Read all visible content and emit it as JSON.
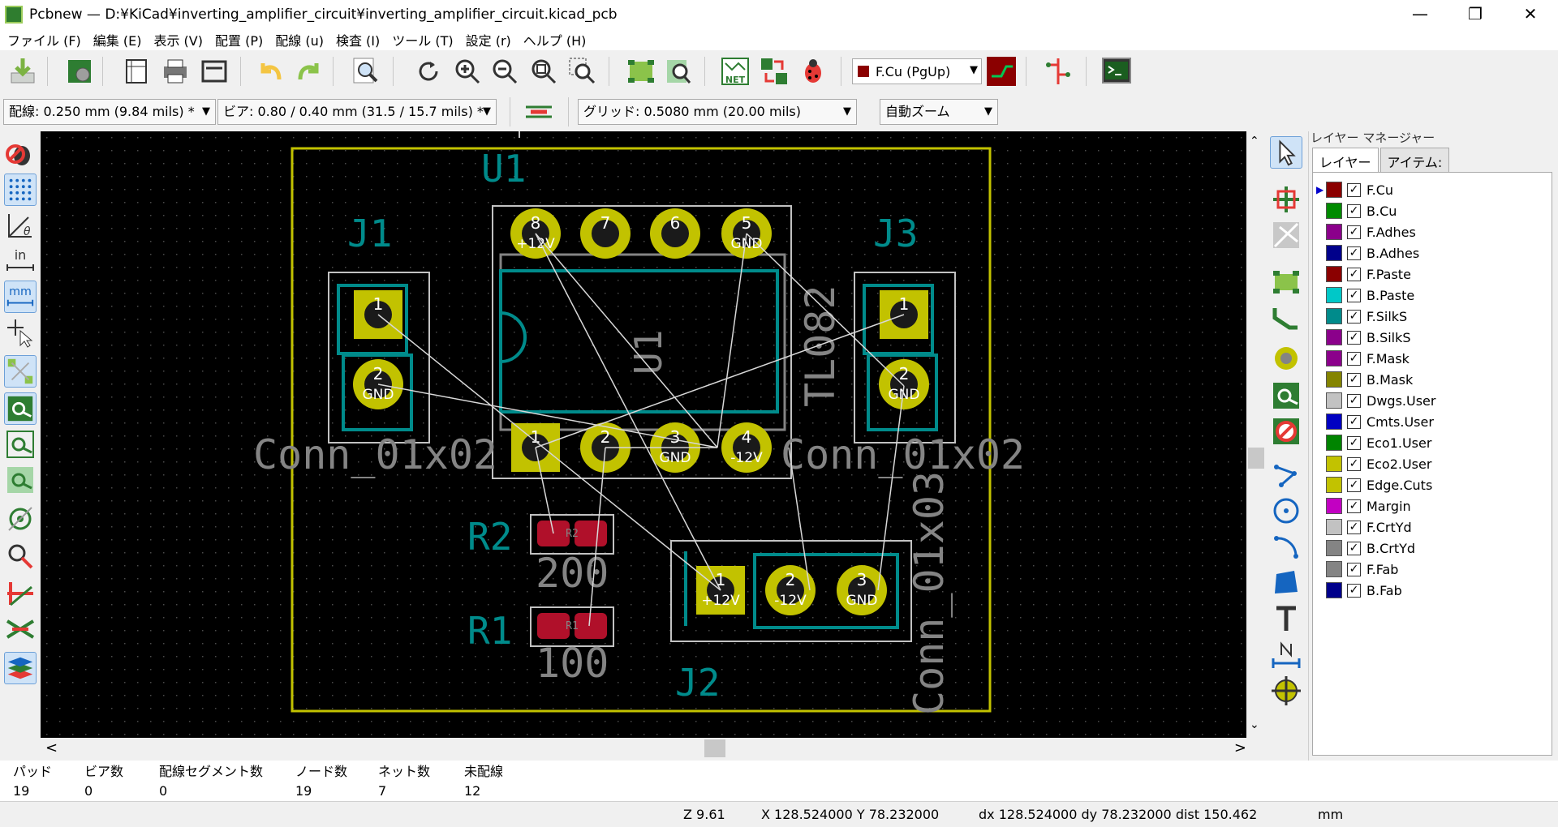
{
  "title": "Pcbnew — D:¥KiCad¥inverting_amplifier_circuit¥inverting_amplifier_circuit.kicad_pcb",
  "window_controls": {
    "minimize": "—",
    "maximize": "❐",
    "close": "✕"
  },
  "menu": [
    "ファイル (F)",
    "編集 (E)",
    "表示 (V)",
    "配置 (P)",
    "配線 (u)",
    "検査 (I)",
    "ツール (T)",
    "設定 (r)",
    "ヘルプ (H)"
  ],
  "toolbar": {
    "layer_select": "F.Cu (PgUp)",
    "track_width": "配線: 0.250 mm (9.84 mils) *",
    "via_size": "ビア: 0.80 / 0.40 mm (31.5 / 15.7 mils) *",
    "grid": "グリッド: 0.5080 mm (20.00 mils)",
    "zoom": "自動ズーム",
    "net_label": "NET"
  },
  "layer_manager": {
    "title": "レイヤー マネージャー",
    "tabs": [
      "レイヤー",
      "アイテム:"
    ],
    "layers": [
      {
        "name": "F.Cu",
        "color": "#8b0000",
        "active": true
      },
      {
        "name": "B.Cu",
        "color": "#008b00"
      },
      {
        "name": "F.Adhes",
        "color": "#8b008b"
      },
      {
        "name": "B.Adhes",
        "color": "#00008b"
      },
      {
        "name": "F.Paste",
        "color": "#8b0000"
      },
      {
        "name": "B.Paste",
        "color": "#00c8c8"
      },
      {
        "name": "F.SilkS",
        "color": "#008b8b"
      },
      {
        "name": "B.SilkS",
        "color": "#8b008b"
      },
      {
        "name": "F.Mask",
        "color": "#8b008b"
      },
      {
        "name": "B.Mask",
        "color": "#848400"
      },
      {
        "name": "Dwgs.User",
        "color": "#c2c2c2"
      },
      {
        "name": "Cmts.User",
        "color": "#0000c2"
      },
      {
        "name": "Eco1.User",
        "color": "#008400"
      },
      {
        "name": "Eco2.User",
        "color": "#c2c200"
      },
      {
        "name": "Edge.Cuts",
        "color": "#c2c200"
      },
      {
        "name": "Margin",
        "color": "#c200c2"
      },
      {
        "name": "F.CrtYd",
        "color": "#c2c2c2"
      },
      {
        "name": "B.CrtYd",
        "color": "#848484"
      },
      {
        "name": "F.Fab",
        "color": "#848484"
      },
      {
        "name": "B.Fab",
        "color": "#00008b"
      }
    ]
  },
  "pcb": {
    "refs": {
      "u1": "U1",
      "j1": "J1",
      "j2": "J2",
      "j3": "J3",
      "r1": "R1",
      "r2": "R2"
    },
    "values": {
      "u1": "TL082",
      "j1": "Conn_01x02",
      "j3": "Conn_01x02",
      "j2": "Conn_01x03",
      "r1": "100",
      "r2": "200"
    },
    "u1_fab": "U1",
    "pad_labels": {
      "u1_8": "8",
      "u1_7": "7",
      "u1_6": "6",
      "u1_5": "5",
      "u1_1": "1",
      "u1_2": "2",
      "u1_3": "3",
      "u1_4": "4",
      "j1_1": "1",
      "j1_2": "2",
      "j3_1": "1",
      "j3_2": "2",
      "j2_1": "1",
      "j2_2": "2",
      "j2_3": "3"
    },
    "net_labels": {
      "u1_8": "+12V",
      "u1_5": "GND",
      "u1_3": "GND",
      "u1_4": "-12V",
      "j1_2": "GND",
      "j3_2": "GND",
      "j2_1": "+12V",
      "j2_2": "-12V",
      "j2_3": "GND"
    },
    "r_fab": {
      "r1": "R1",
      "r2": "R2"
    }
  },
  "stats": [
    {
      "label": "パッド",
      "value": "19"
    },
    {
      "label": "ビア数",
      "value": "0"
    },
    {
      "label": "配線セグメント数",
      "value": "0"
    },
    {
      "label": "ノード数",
      "value": "19"
    },
    {
      "label": "ネット数",
      "value": "7"
    },
    {
      "label": "未配線",
      "value": "12"
    }
  ],
  "statusbar": {
    "zoom": "Z 9.61",
    "xy": "X 128.524000  Y 78.232000",
    "dxy": "dx 128.524000  dy 78.232000  dist 150.462",
    "units": "mm"
  },
  "scroll": {
    "left": "<",
    "right": ">",
    "down": "⌄"
  }
}
